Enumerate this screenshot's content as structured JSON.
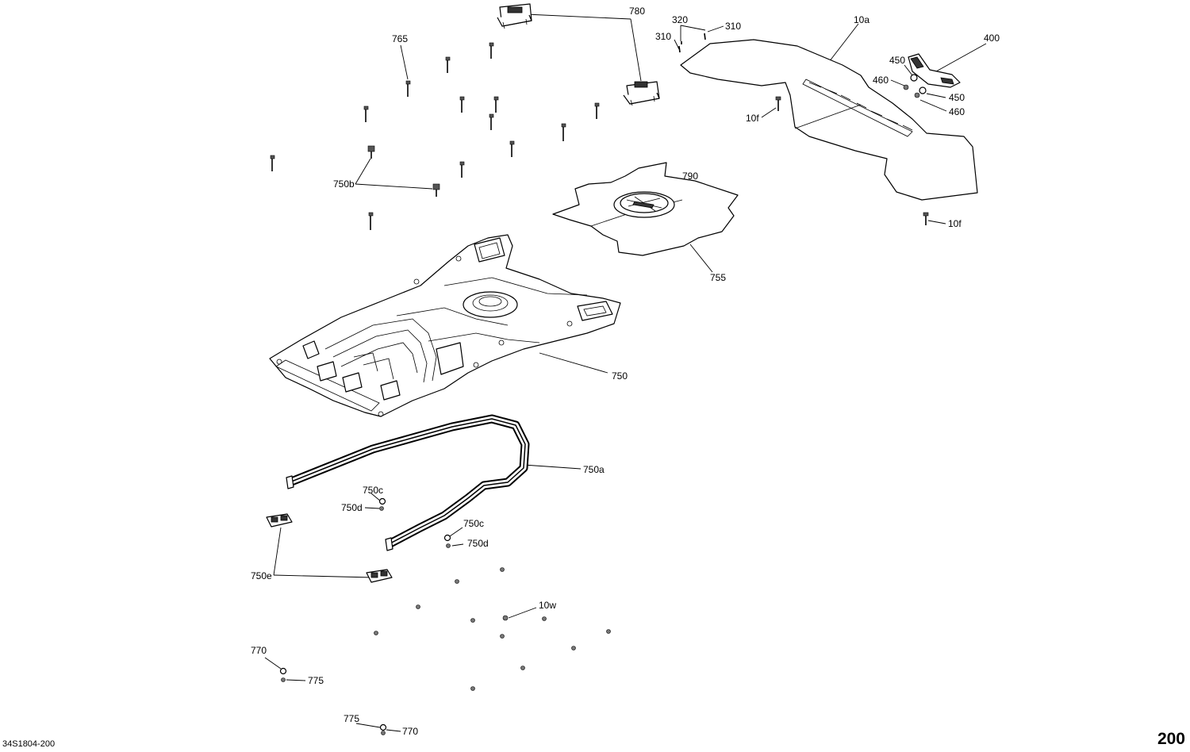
{
  "drawing_code": "34S1804-200",
  "page_number": "200",
  "callouts": {
    "p780": "780",
    "p320": "320",
    "p310a": "310",
    "p310b": "310",
    "p10a": "10a",
    "p400": "400",
    "p450a": "450",
    "p460a": "460",
    "p450b": "450",
    "p460b": "460",
    "p10f_a": "10f",
    "p10f_b": "10f",
    "p765": "765",
    "p750b": "750b",
    "p790": "790",
    "p755": "755",
    "p750": "750",
    "p750a": "750a",
    "p750c_a": "750c",
    "p750d_a": "750d",
    "p750c_b": "750c",
    "p750d_b": "750d",
    "p750e": "750e",
    "p10w": "10w",
    "p770_a": "770",
    "p775_a": "775",
    "p775_b": "775",
    "p770_b": "770"
  }
}
